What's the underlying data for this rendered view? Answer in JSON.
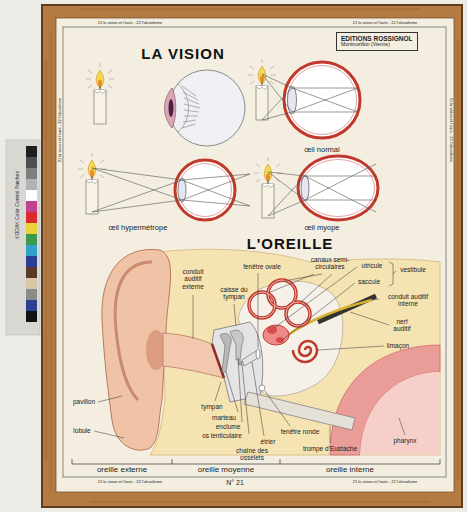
{
  "diagram": {
    "title": "LA VISION",
    "nodes": [
      {
        "text": [
          "EDITIONS ROSSIGNOL",
          "Montmorillon (Vienne)"
        ]
      }
    ],
    "labels": [
      "L'OREILLE",
      "œil normal",
      "œil hypermétrope",
      "œil myope",
      "conduit auditif externe",
      "caisse du tympan",
      "fenêtre ovale",
      "canaux semi-circulaires",
      "utricule",
      "vestibule",
      "saccule",
      "conduit auditif interne",
      "nerf auditif",
      "limaçon",
      "pavillon",
      "lobule",
      "tympan",
      "marteau",
      "enclume",
      "os lenticulaire",
      "étrier",
      "chaîne des osselets",
      "fenêtre ronde",
      "trompe d'Eustache",
      "pharynx",
      "oreille externe",
      "oreille moyenne",
      "oreille interne",
      "N° 21",
      "KODAK Color Control Patches",
      "21 la vision et l'ouïe - 22 l'alcoolisme",
      "21 la vision et l'ouïe - 22 l'alcoolisme",
      "21 la vision et l'ouïe - 22 l'alcoolisme",
      "21 la vision et l'ouïe - 22 l'alcoolisme",
      "21 la vision et l'ouïe - 22 l'alcoolisme",
      "21 la vision et l'ouïe - 22 l'alcoolisme"
    ]
  }
}
